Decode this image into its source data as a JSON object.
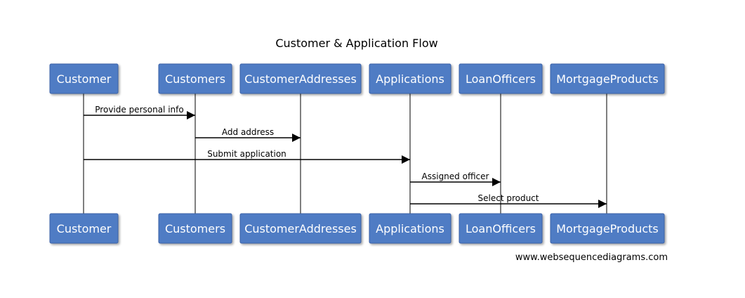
{
  "diagram": {
    "title": "Customer & Application Flow",
    "watermark": "www.websequencediagrams.com",
    "colors": {
      "actor_fill": "#4f7bc4",
      "actor_stroke": "#3a62a8",
      "actor_text": "#ffffff",
      "lifeline": "#7f7f7f",
      "message": "#000000"
    },
    "participants": [
      {
        "id": "customer",
        "label": "Customer"
      },
      {
        "id": "customers",
        "label": "Customers"
      },
      {
        "id": "customer_addresses",
        "label": "CustomerAddresses"
      },
      {
        "id": "applications",
        "label": "Applications"
      },
      {
        "id": "loan_officers",
        "label": "LoanOfficers"
      },
      {
        "id": "mortgage_products",
        "label": "MortgageProducts"
      }
    ],
    "messages": [
      {
        "from": "customer",
        "to": "customers",
        "label": "Provide personal info"
      },
      {
        "from": "customers",
        "to": "customer_addresses",
        "label": "Add address"
      },
      {
        "from": "customer",
        "to": "applications",
        "label": "Submit application"
      },
      {
        "from": "applications",
        "to": "loan_officers",
        "label": "Assigned officer"
      },
      {
        "from": "applications",
        "to": "mortgage_products",
        "label": "Select product"
      }
    ]
  }
}
